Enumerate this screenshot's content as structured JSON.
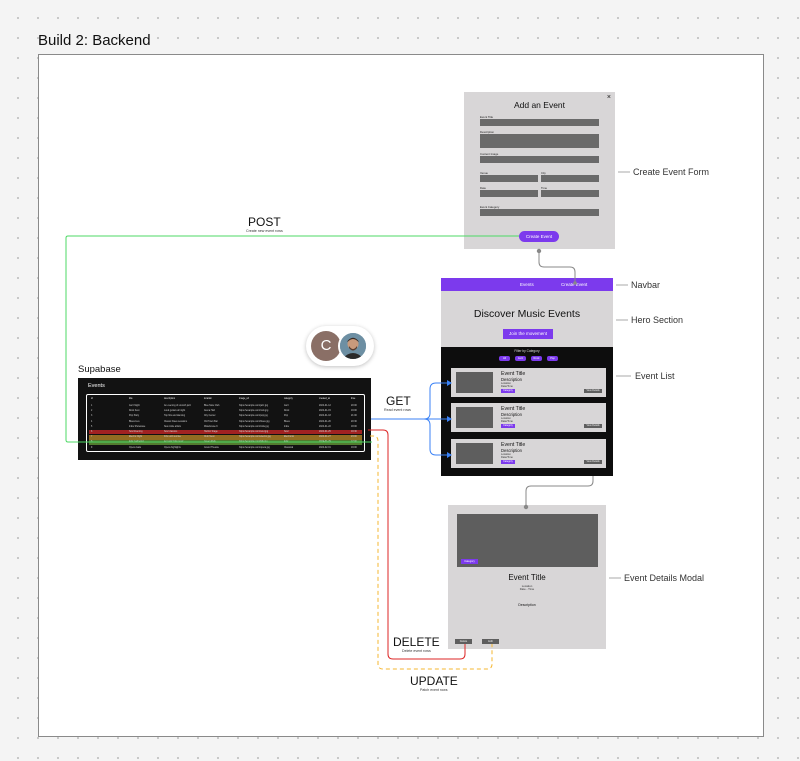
{
  "frame": {
    "title": "Build 2: Backend"
  },
  "create_event_form": {
    "title": "Add an Event",
    "close_label": "×",
    "field_labels": [
      "Event Title",
      "Description",
      "Content Image",
      "Venue",
      "City",
      "Date",
      "Time",
      "Event Category"
    ],
    "submit_label": "Create Event",
    "callout": "Create Event Form"
  },
  "navbar": {
    "links": [
      "Events",
      "Create Event"
    ],
    "callout": "Navbar"
  },
  "hero": {
    "heading": "Discover Music Events",
    "button_label": "Join the movement",
    "callout": "Hero Section"
  },
  "event_list": {
    "filter_label": "Filter by Category",
    "filters": [
      "All",
      "Jazz",
      "Rock",
      "Pop"
    ],
    "cards": [
      {
        "title": "Event Title",
        "description": "Description",
        "meta": [
          "Location",
          "Date/Time"
        ],
        "category_label": "Category",
        "details_label": "View Details"
      },
      {
        "title": "Event Title",
        "description": "Description",
        "meta": [
          "Location",
          "Date/Time"
        ],
        "category_label": "Category",
        "details_label": "View Details"
      },
      {
        "title": "Event Title",
        "description": "Description",
        "meta": [
          "Location",
          "Date/Time"
        ],
        "category_label": "Category",
        "details_label": "View Details"
      }
    ],
    "callout": "Event List"
  },
  "details_modal": {
    "category_label": "Category",
    "title": "Event Title",
    "meta": [
      "Location",
      "Date - Time"
    ],
    "description": "Description",
    "delete_label": "Delete",
    "edit_label": "Edit",
    "callout": "Event Details Modal"
  },
  "supabase": {
    "label": "Supabase",
    "table_title": "Events",
    "columns": [
      "id",
      "title",
      "description",
      "location",
      "image_url",
      "category",
      "created_at",
      "time"
    ],
    "rows": [
      [
        "1",
        "Jazz Night",
        "An evening of smooth jazz",
        "Blue Note Club",
        "https://example.com/jazz.jpg",
        "Jazz",
        "2024-01-12",
        "20:00"
      ],
      [
        "2",
        "Rock Fest",
        "Loud guitars all night",
        "Arena Hall",
        "https://example.com/rock.jpg",
        "Rock",
        "2024-01-15",
        "19:00"
      ],
      [
        "3",
        "Pop Party",
        "Top hits and dancing",
        "City Center",
        "https://example.com/pop.jpg",
        "Pop",
        "2024-01-18",
        "21:00"
      ],
      [
        "4",
        "Blues Live",
        "Classic blues sessions",
        "Old Town Bar",
        "https://example.com/blues.jpg",
        "Blues",
        "2024-01-20",
        "20:30"
      ],
      [
        "5",
        "Indie Showcase",
        "New indie artists",
        "Warehouse 9",
        "https://example.com/indie.jpg",
        "Indie",
        "2024-01-22",
        "18:00"
      ],
      [
        "6",
        "Soul Evening",
        "Soul classics",
        "Harbor Stage",
        "https://example.com/soul.jpg",
        "Soul",
        "2024-01-25",
        "19:30"
      ],
      [
        "7",
        "Electro Night",
        "DJs until sunrise",
        "Club Neon",
        "https://example.com/electro.jpg",
        "Electronic",
        "2024-01-27",
        "23:00"
      ],
      [
        "8",
        "Folk Gathering",
        "Acoustic folk music",
        "Green Park",
        "https://example.com/folk.jpg",
        "Folk",
        "2024-01-29",
        "17:00"
      ],
      [
        "9",
        "Opera Gala",
        "Opera highlights",
        "Grand Theatre",
        "https://example.com/opera.jpg",
        "Classical",
        "2024-02-01",
        "19:00"
      ]
    ]
  },
  "operations": {
    "post": {
      "label": "POST",
      "sub": "Create new event rows"
    },
    "get": {
      "label": "GET",
      "sub": "Read event rows"
    },
    "delete": {
      "label": "DELETE",
      "sub": "Delete event rows"
    },
    "update": {
      "label": "UPDATE",
      "sub": "Patch event rows"
    }
  },
  "avatars": [
    {
      "initial": "C",
      "color": "#8a6f66"
    },
    {
      "initial": "",
      "color": "#6d8fa3"
    }
  ],
  "colors": {
    "accent": "#7c3aed",
    "post": "#4cd964",
    "get": "#3b82f6",
    "delete": "#dc2626",
    "update": "#f5b731"
  }
}
